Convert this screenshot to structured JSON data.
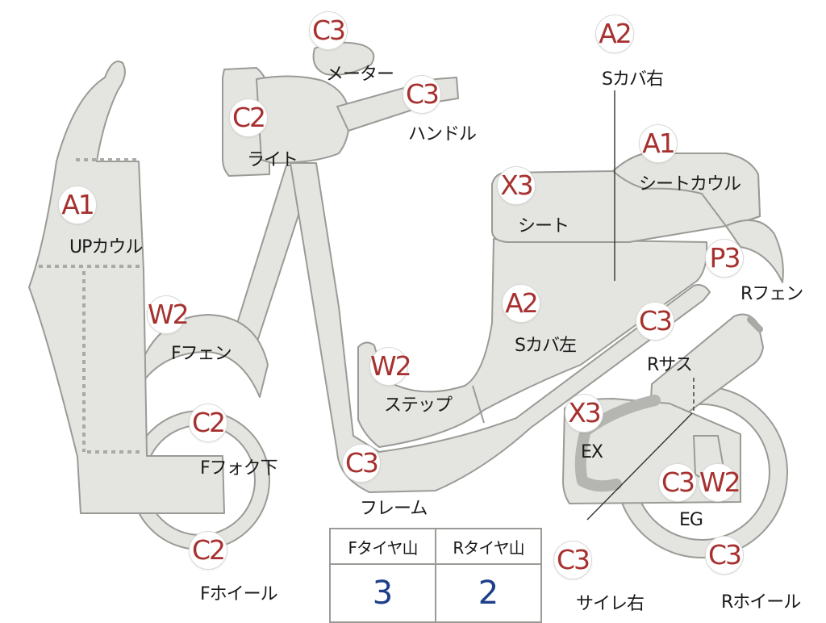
{
  "parts": {
    "meter": {
      "grade": "C3",
      "name": "メーター"
    },
    "handle": {
      "grade": "C3",
      "name": "ハンドル"
    },
    "light": {
      "grade": "C2",
      "name": "ライト"
    },
    "up_cowl": {
      "grade": "A1",
      "name": "UPカウル"
    },
    "f_fender": {
      "grade": "W2",
      "name": "Fフェン"
    },
    "f_fork_lower": {
      "grade": "C2",
      "name": "Fフォク下"
    },
    "f_wheel": {
      "grade": "C2",
      "name": "Fホイール"
    },
    "frame": {
      "grade": "C3",
      "name": "フレーム"
    },
    "step": {
      "grade": "W2",
      "name": "ステップ"
    },
    "s_cover_left": {
      "grade": "A2",
      "name": "Sカバ左"
    },
    "s_cover_right": {
      "grade": "A2",
      "name": "Sカバ右"
    },
    "seat": {
      "grade": "X3",
      "name": "シート"
    },
    "seat_cowl": {
      "grade": "A1",
      "name": "シートカウル"
    },
    "r_fender": {
      "grade": "P3",
      "name": "Rフェン"
    },
    "r_suspension": {
      "grade": "C3",
      "name": "Rサス"
    },
    "exhaust": {
      "grade": "X3",
      "name": "EX"
    },
    "engine": {
      "grade": "C3",
      "grade2": "W2",
      "name": "EG"
    },
    "silencer_right": {
      "grade": "C3",
      "name": "サイレ右"
    },
    "r_wheel": {
      "grade": "C3",
      "name": "Rホイール"
    }
  },
  "tire_table": {
    "headers": [
      "Fタイヤ山",
      "Rタイヤ山"
    ],
    "values": [
      "3",
      "2"
    ]
  },
  "colors": {
    "grade_text": "#a6312f",
    "tire_value_text": "#1d3f8a",
    "part_fill": "#e4e4e0",
    "part_stroke": "#9a9a96"
  }
}
